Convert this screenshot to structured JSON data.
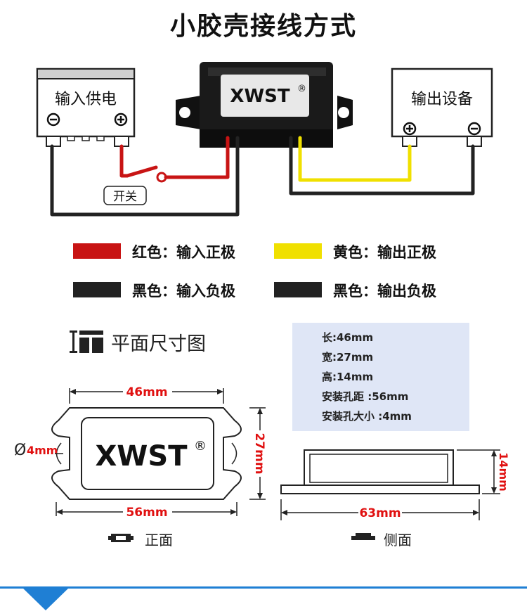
{
  "title": "小胶壳接线方式",
  "wiring": {
    "input_label": "输入供电",
    "output_label": "输出设备",
    "switch_label": "开关",
    "brand": "XWST",
    "reg_mark": "®",
    "minus": "−",
    "plus": "+"
  },
  "legend": [
    {
      "text": "红色：输入正极",
      "color": "#c81414"
    },
    {
      "text": "黄色：输出正极",
      "color": "#f0e000"
    },
    {
      "text": "黑色：输入负极",
      "color": "#222222"
    },
    {
      "text": "黑色：输出负极",
      "color": "#222222"
    }
  ],
  "dims": {
    "section_title": "平面尺寸图",
    "specs": [
      "长:46mm",
      "宽:27mm",
      "高:14mm",
      "安装孔距 :56mm",
      "安装孔大小 :4mm"
    ],
    "front_width": "46mm",
    "front_height": "27mm",
    "hole_spacing": "56mm",
    "hole_size": "4mm",
    "hole_symbol": "Ø",
    "side_length": "63mm",
    "side_height": "14mm",
    "front_caption": "正面",
    "side_caption": "侧面",
    "dim_color": "#e01010"
  }
}
